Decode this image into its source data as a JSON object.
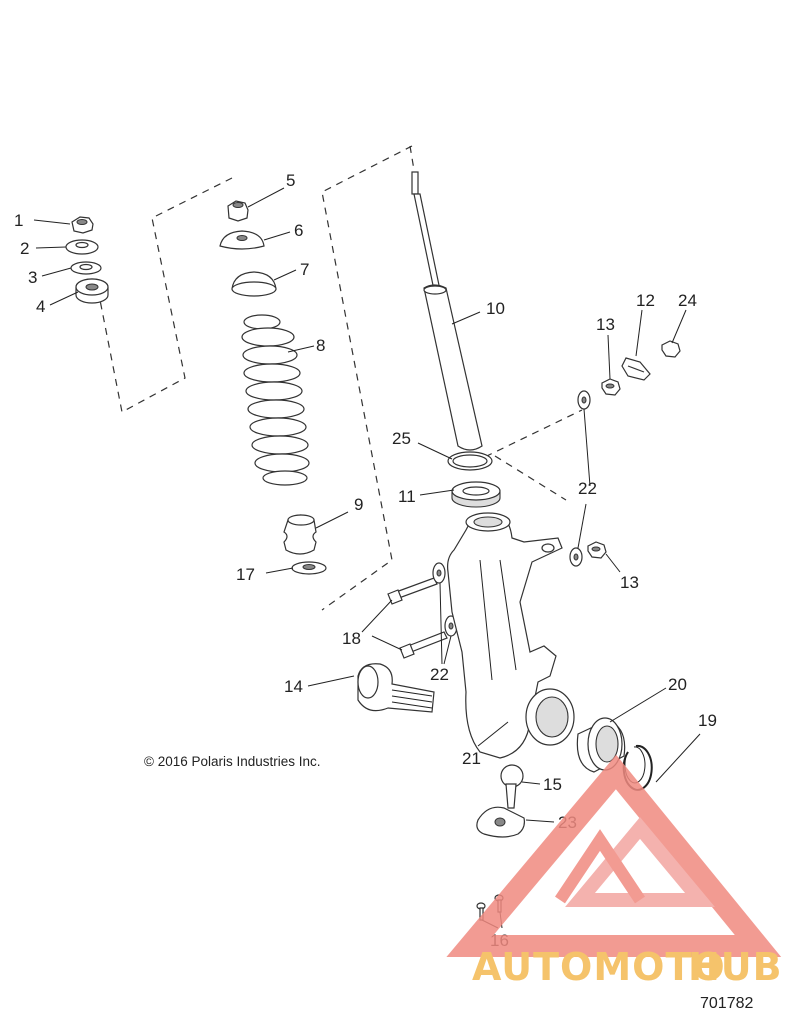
{
  "diagram": {
    "copyright": "© 2016 Polaris Industries Inc.",
    "reference_number": "701782",
    "callouts": [
      {
        "id": "1",
        "label": "1"
      },
      {
        "id": "2",
        "label": "2"
      },
      {
        "id": "3",
        "label": "3"
      },
      {
        "id": "4",
        "label": "4"
      },
      {
        "id": "5",
        "label": "5"
      },
      {
        "id": "6",
        "label": "6"
      },
      {
        "id": "7",
        "label": "7"
      },
      {
        "id": "8",
        "label": "8"
      },
      {
        "id": "9",
        "label": "9"
      },
      {
        "id": "10",
        "label": "10"
      },
      {
        "id": "11",
        "label": "11"
      },
      {
        "id": "12",
        "label": "12"
      },
      {
        "id": "13a",
        "label": "13"
      },
      {
        "id": "13b",
        "label": "13"
      },
      {
        "id": "14",
        "label": "14"
      },
      {
        "id": "15",
        "label": "15"
      },
      {
        "id": "16",
        "label": "16"
      },
      {
        "id": "17",
        "label": "17"
      },
      {
        "id": "18",
        "label": "18"
      },
      {
        "id": "19",
        "label": "19"
      },
      {
        "id": "20",
        "label": "20"
      },
      {
        "id": "21",
        "label": "21"
      },
      {
        "id": "22a",
        "label": "22"
      },
      {
        "id": "22b",
        "label": "22"
      },
      {
        "id": "23",
        "label": "23"
      },
      {
        "id": "24",
        "label": "24"
      },
      {
        "id": "25",
        "label": "25"
      }
    ]
  },
  "watermark": {
    "text_part1": "AUTOMOTO",
    "text_part2": "HUB",
    "color_primary": "#f08a80",
    "color_secondary": "#f5c36b",
    "color_tertiary": "#f3a5a0"
  }
}
